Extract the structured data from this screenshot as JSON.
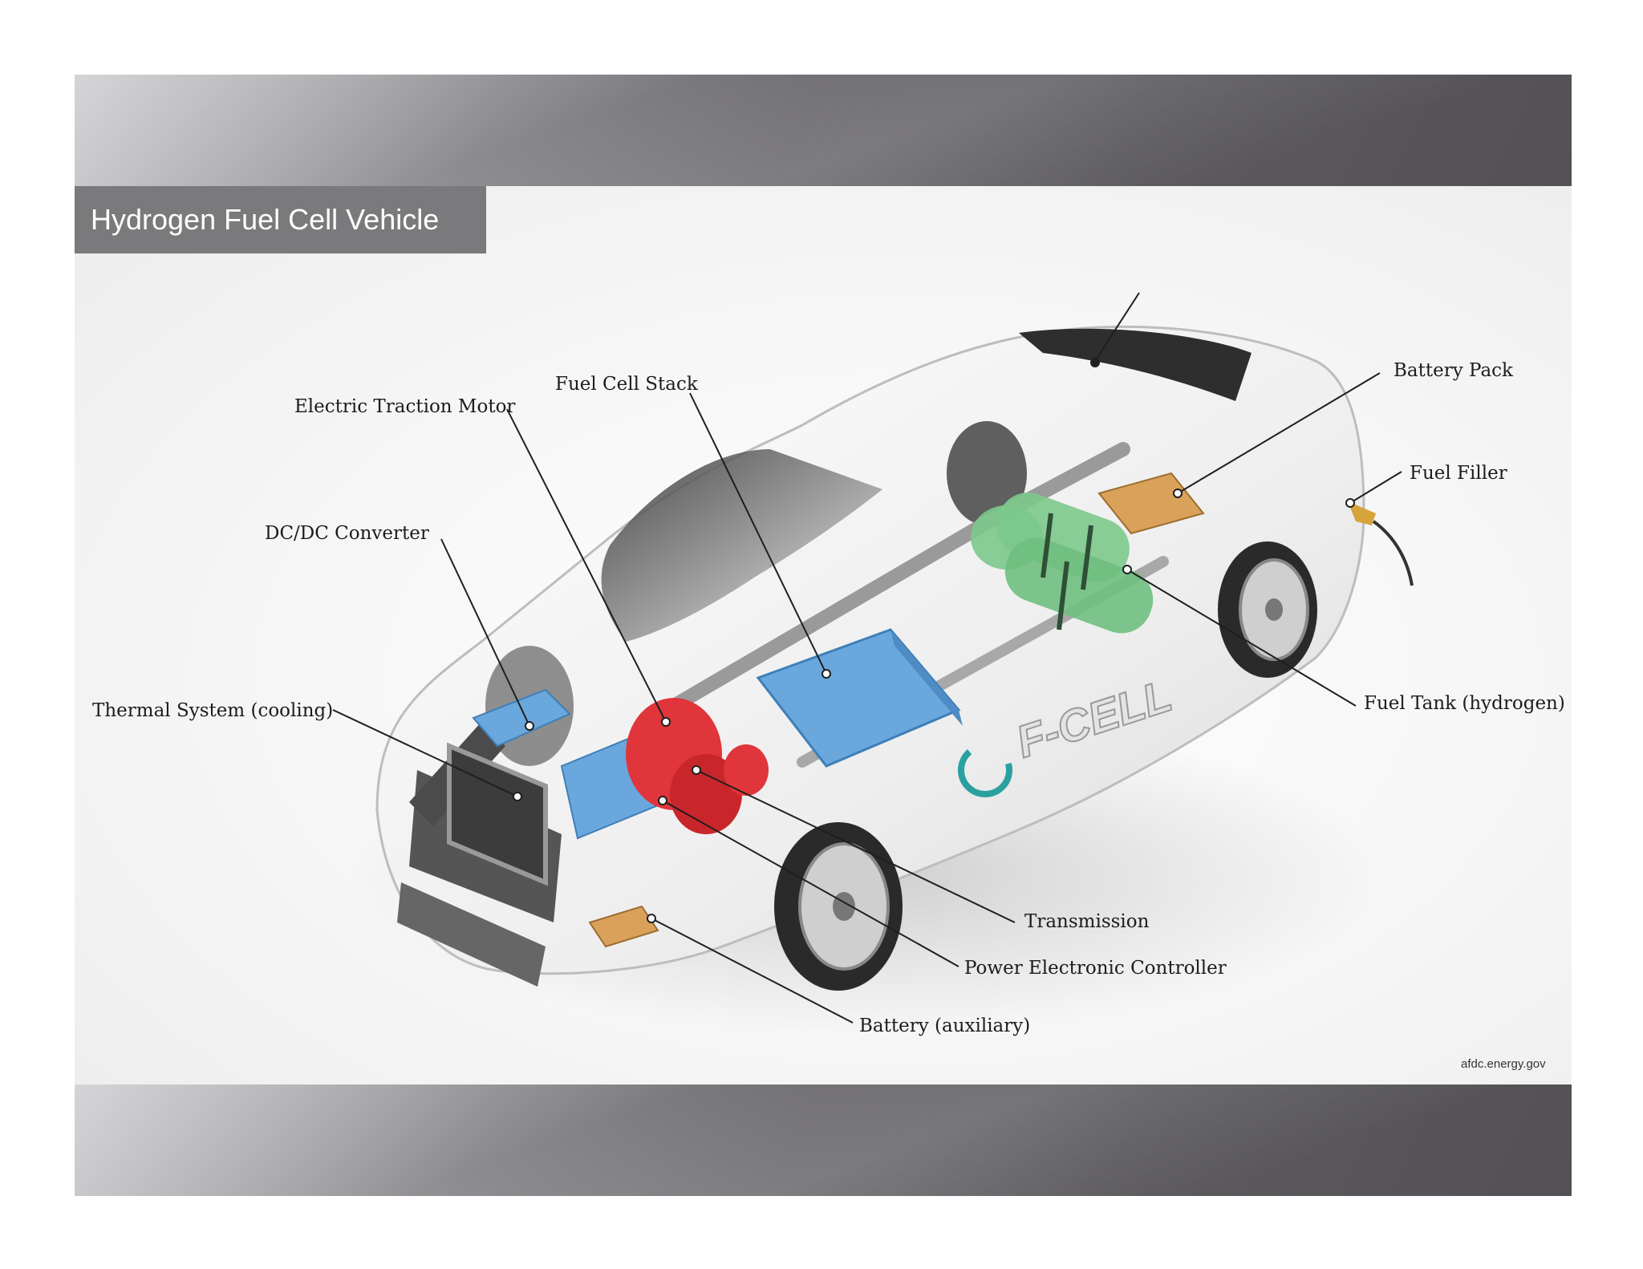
{
  "title": "Hydrogen Fuel Cell Vehicle",
  "vehicle_badge": "F-CELL",
  "credit": "afdc.energy.gov",
  "labels": {
    "electric_traction_motor": "Electric Traction Motor",
    "fuel_cell_stack": "Fuel Cell Stack",
    "battery_pack": "Battery Pack",
    "fuel_filler": "Fuel Filler",
    "dc_dc_converter": "DC/DC Converter",
    "thermal_system": "Thermal System (cooling)",
    "fuel_tank": "Fuel Tank (hydrogen)",
    "transmission": "Transmission",
    "power_electronic_controller": "Power Electronic Controller",
    "battery_auxiliary": "Battery (auxiliary)"
  },
  "colors": {
    "fuel_cell_stack": "#6aa7dc",
    "traction_motor": "#e0353a",
    "fuel_tank": "#7cc88c",
    "battery_pack": "#d9a15a",
    "auxiliary_battery": "#d9a15a"
  }
}
